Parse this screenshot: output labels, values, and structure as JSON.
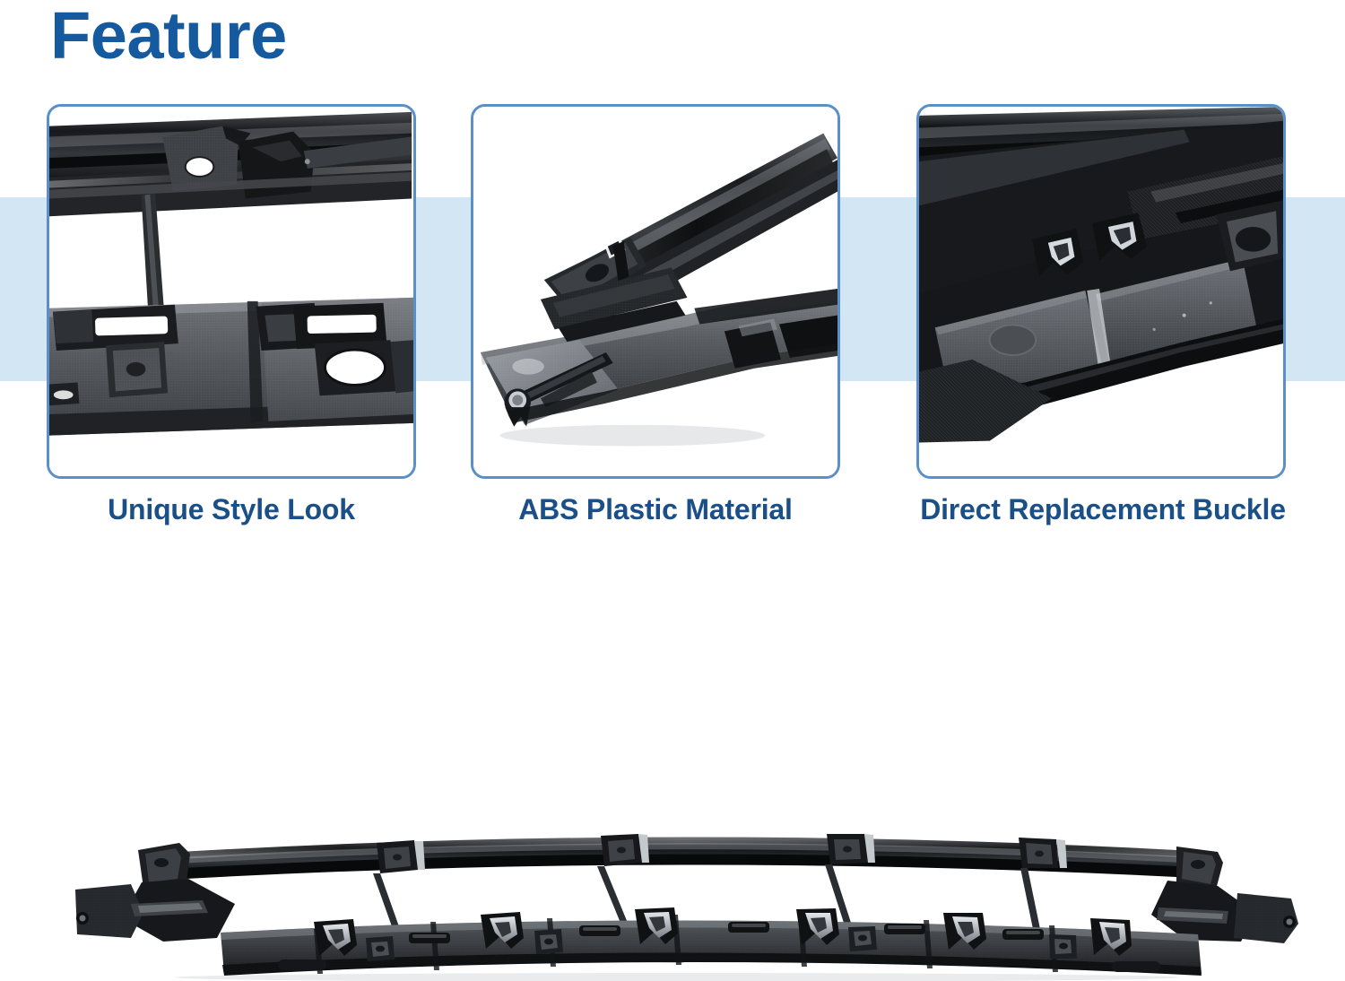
{
  "page": {
    "title": "Feature",
    "background_color": "#ffffff",
    "title_color": "#15599e",
    "caption_color": "#1a4f87",
    "accent_band_color": "#d3e6f4",
    "card_border_color": "#5b8fc7"
  },
  "features": [
    {
      "caption": "Unique Style Look",
      "image_alt": "close-up-grille-surface",
      "image_description": "Close-up of black ABS plastic lower grille / bumper retainer showing textured panel surface, rectangular vent openings and square mounting boss"
    },
    {
      "caption": "ABS Plastic Material",
      "image_alt": "angled-end-section",
      "image_description": "Angled three-quarter view of the part end showing glossy black ABS plastic rails, mounting tab and push-in retainer clip"
    },
    {
      "caption": "Direct Replacement Buckle",
      "image_alt": "buckle-clip-detail",
      "image_description": "Detail of the integrated direct-replacement buckle hooks and textured mounting pads along the bracket"
    }
  ],
  "hero": {
    "image_alt": "full-product-bumper-grille-bracket",
    "image_description": "Full-length black plastic front bumper lower grille retainer bracket shown in three-quarter view with multiple metal spring buckles and mounting tabs"
  }
}
